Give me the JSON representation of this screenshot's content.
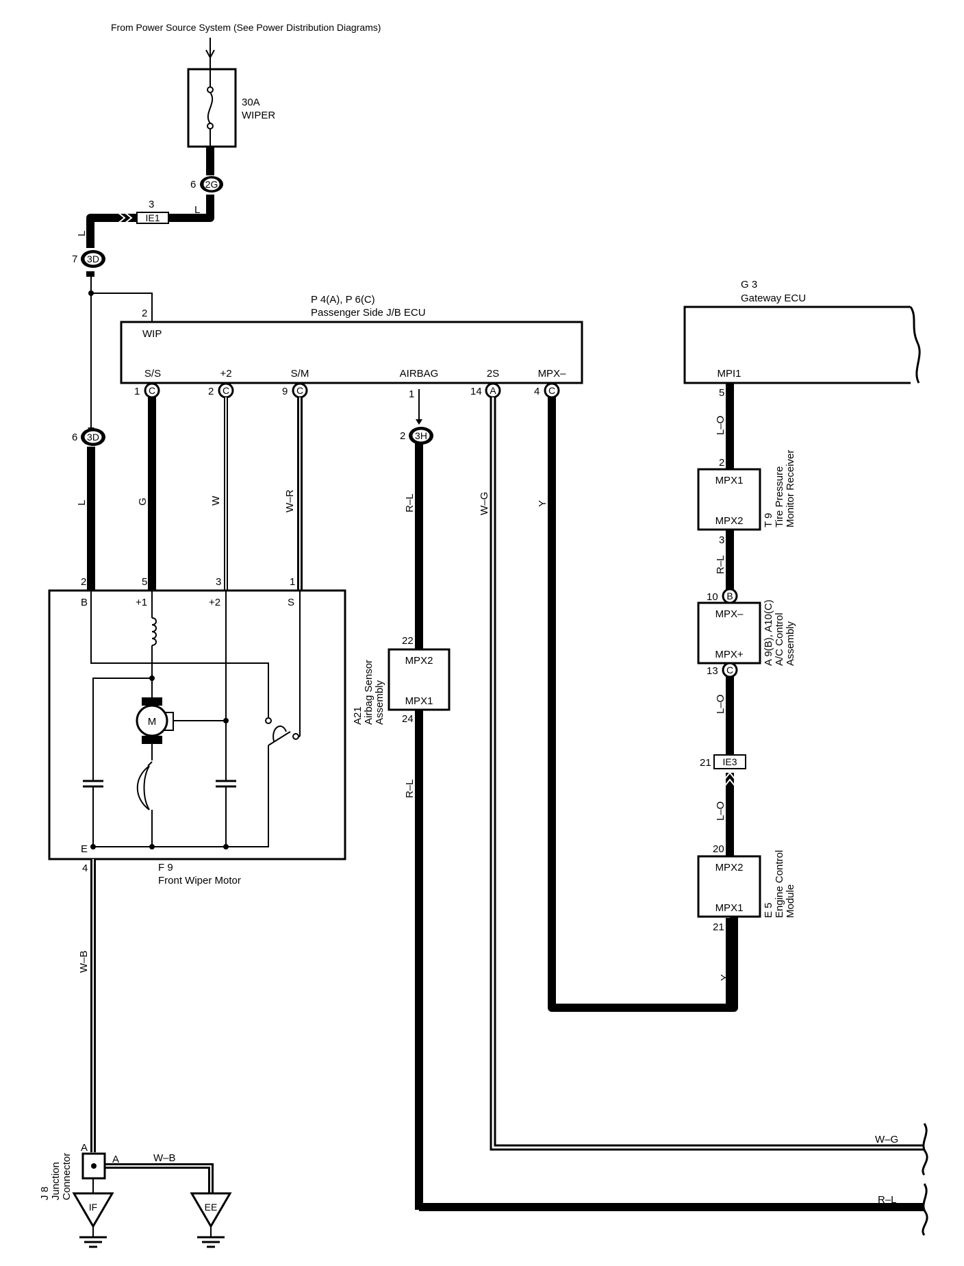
{
  "header": {
    "power_source": "From Power Source System (See  Power Distribution Diagrams)"
  },
  "fuse": {
    "rating": "30A",
    "name": "WIPER"
  },
  "connectors": {
    "c_2G": {
      "pin": "6",
      "id": "2G"
    },
    "c_IE1": {
      "pin": "3",
      "id": "IE1"
    },
    "c_3D_top": {
      "pin": "7",
      "id": "3D"
    },
    "c_3D_mid": {
      "pin": "6",
      "id": "3D"
    },
    "c_3H": {
      "pin": "2",
      "id": "3H"
    },
    "c_IE3": {
      "pin": "21",
      "id": "IE3"
    },
    "c_J8_A_left": "A",
    "c_J8_A_right": "A"
  },
  "jb_ecu": {
    "ref": "P 4(A), P 6(C)",
    "name": "Passenger Side J/B ECU",
    "wip_pin": "2",
    "wip_label": "WIP",
    "terminals": [
      {
        "label": "S/S",
        "pin": "1",
        "conn": "C"
      },
      {
        "label": "+2",
        "pin": "2",
        "conn": "C"
      },
      {
        "label": "S/M",
        "pin": "9",
        "conn": "C"
      },
      {
        "label": "AIRBAG",
        "pin": "1",
        "conn": ""
      },
      {
        "label": "2S",
        "pin": "14",
        "conn": "A"
      },
      {
        "label": "MPX–",
        "pin": "4",
        "conn": "C"
      }
    ]
  },
  "gateway": {
    "ref": "G 3",
    "name": "Gateway ECU",
    "terminal": "MPI1",
    "pin": "5"
  },
  "wires": {
    "L_top": "L",
    "L_vert": "L",
    "L_main": "L",
    "G": "G",
    "W": "W",
    "W_R": "W–R",
    "R_L_1": "R–L",
    "R_L_2": "R–L",
    "W_G": "W–G",
    "Y_1": "Y",
    "Y_2": "Y",
    "L_O_1": "L–O",
    "R_L_3": "R–L",
    "L_O_2": "L–O",
    "L_O_3": "L–O",
    "W_B_1": "W–B",
    "W_B_2": "W–B",
    "W_G_end": "W–G",
    "R_L_end": "R–L"
  },
  "wiper_motor": {
    "ref": "F 9",
    "name": "Front Wiper Motor",
    "terminals": [
      {
        "label": "B",
        "pin": "2"
      },
      {
        "label": "+1",
        "pin": "5"
      },
      {
        "label": "+2",
        "pin": "3"
      },
      {
        "label": "S",
        "pin": "1"
      }
    ],
    "e_label": "E",
    "e_pin": "4",
    "motor_symbol": "M"
  },
  "airbag_sensor": {
    "ref": "A21",
    "name_line1": "Airbag Sensor",
    "name_line2": "Assembly",
    "mpx2": "MPX2",
    "mpx2_pin": "22",
    "mpx1": "MPX1",
    "mpx1_pin": "24"
  },
  "tire_pressure": {
    "ref": "T 9",
    "name_line1": "Tire Pressure",
    "name_line2": "Monitor Receiver",
    "mpx1": "MPX1",
    "mpx1_pin": "2",
    "mpx2": "MPX2",
    "mpx2_pin": "3"
  },
  "ac_control": {
    "ref": "A 9(B), A10(C)",
    "name_line1": "A/C Control",
    "name_line2": "Assembly",
    "mpx_minus": "MPX–",
    "pin_top": "10",
    "conn_top": "B",
    "mpx_plus": "MPX+",
    "pin_bottom": "13",
    "conn_bottom": "C"
  },
  "engine_module": {
    "ref": "E 5",
    "name_line1": "Engine Control",
    "name_line2": "Module",
    "mpx2": "MPX2",
    "mpx2_pin": "20",
    "mpx1": "MPX1",
    "mpx1_pin": "21"
  },
  "junction": {
    "ref": "J 8",
    "name_line1": "Junction",
    "name_line2": "Connector"
  },
  "grounds": {
    "IF": "IF",
    "EE": "EE"
  }
}
